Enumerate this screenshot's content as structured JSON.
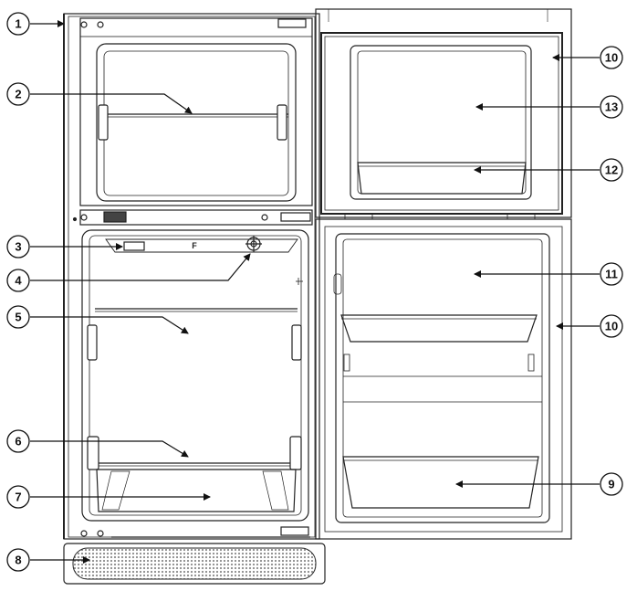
{
  "callouts": [
    {
      "id": "1",
      "label": "1"
    },
    {
      "id": "2",
      "label": "2"
    },
    {
      "id": "3",
      "label": "3"
    },
    {
      "id": "4",
      "label": "4"
    },
    {
      "id": "5",
      "label": "5"
    },
    {
      "id": "6",
      "label": "6"
    },
    {
      "id": "7",
      "label": "7"
    },
    {
      "id": "8",
      "label": "8"
    },
    {
      "id": "9",
      "label": "9"
    },
    {
      "id": "10a",
      "label": "10"
    },
    {
      "id": "10b",
      "label": "10"
    },
    {
      "id": "11",
      "label": "11"
    },
    {
      "id": "12",
      "label": "12"
    },
    {
      "id": "13",
      "label": "13"
    }
  ],
  "colors": {
    "stroke": "#222222",
    "background": "#ffffff",
    "grille": "#9a9a9a"
  }
}
